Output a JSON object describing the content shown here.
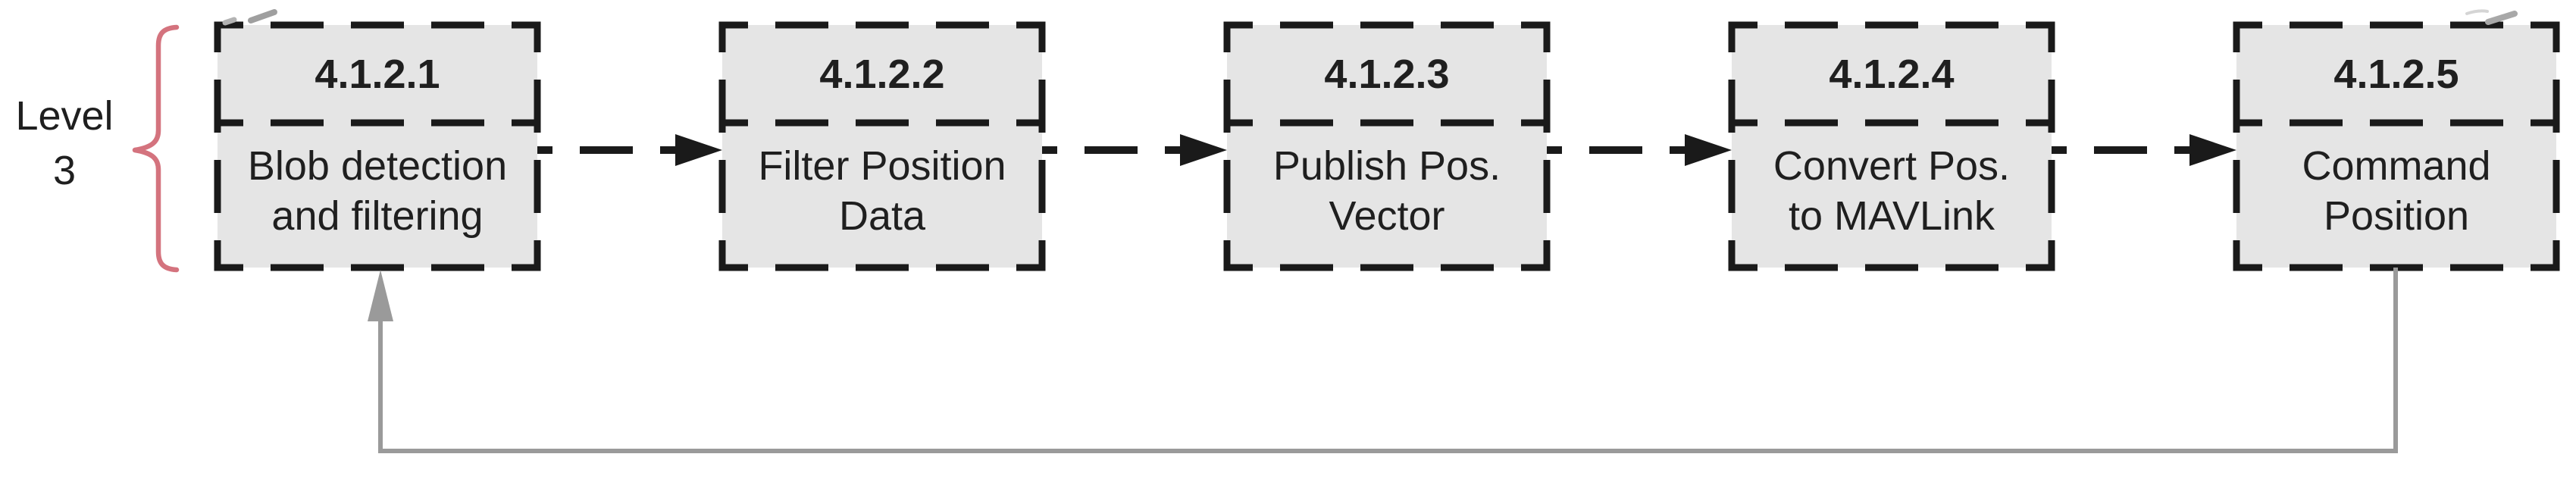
{
  "diagram": {
    "level_label": {
      "line1": "Level",
      "line2": "3"
    },
    "nodes": [
      {
        "id": "4.1.2.1",
        "label_line1": "Blob detection",
        "label_line2": "and filtering"
      },
      {
        "id": "4.1.2.2",
        "label_line1": "Filter Position",
        "label_line2": "Data"
      },
      {
        "id": "4.1.2.3",
        "label_line1": "Publish Pos.",
        "label_line2": "Vector"
      },
      {
        "id": "4.1.2.4",
        "label_line1": "Convert Pos.",
        "label_line2": "to MAVLink"
      },
      {
        "id": "4.1.2.5",
        "label_line1": "Command",
        "label_line2": "Position"
      }
    ],
    "edges": [
      {
        "from": "4.1.2.1",
        "to": "4.1.2.2",
        "style": "dashed-black-arrow"
      },
      {
        "from": "4.1.2.2",
        "to": "4.1.2.3",
        "style": "dashed-black-arrow"
      },
      {
        "from": "4.1.2.3",
        "to": "4.1.2.4",
        "style": "dashed-black-arrow"
      },
      {
        "from": "4.1.2.4",
        "to": "4.1.2.5",
        "style": "dashed-black-arrow"
      },
      {
        "from": "4.1.2.5",
        "to": "4.1.2.1",
        "style": "solid-gray-feedback-loop"
      }
    ],
    "colors": {
      "box_fill": "#e5e5e5",
      "box_border": "#1a1a1a",
      "connector": "#1a1a1a",
      "feedback_line": "#9a9a9a",
      "brace": "#d4737e",
      "text": "#1f1f1f"
    }
  }
}
